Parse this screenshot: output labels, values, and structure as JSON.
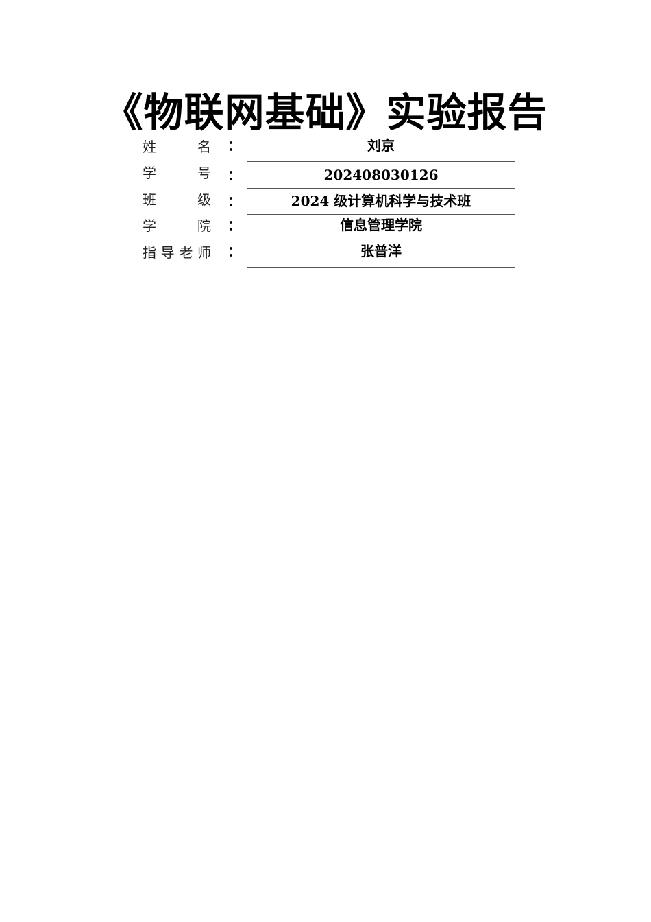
{
  "title": "《物联网基础》实验报告",
  "fields": [
    {
      "label_chars": [
        "姓",
        "名"
      ],
      "colon": "：",
      "value": "刘京"
    },
    {
      "label_chars": [
        "学",
        "号"
      ],
      "colon": "：",
      "value": "202408030126"
    },
    {
      "label_chars": [
        "班",
        "级"
      ],
      "colon": "：",
      "value": "2024 级计算机科学与技术班"
    },
    {
      "label_chars": [
        "学",
        "院"
      ],
      "colon": "：",
      "value": "信息管理学院"
    },
    {
      "label_chars": [
        "指",
        "导",
        "老",
        "师"
      ],
      "colon": "：",
      "value": "张普洋"
    }
  ]
}
